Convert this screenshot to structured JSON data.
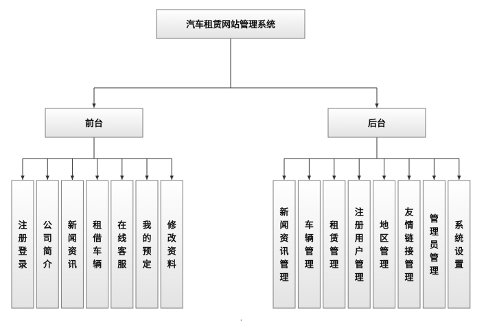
{
  "diagram": {
    "root": {
      "label": "汽车租赁网站管理系统"
    },
    "branches": [
      {
        "label": "前台",
        "children": [
          "注册登录",
          "公司简介",
          "新闻资讯",
          "租借车辆",
          "在线客服",
          "我的预定",
          "修改资料"
        ]
      },
      {
        "label": "后台",
        "children": [
          "新闻资讯管理",
          "车辆管理",
          "租赁管理",
          "注册用户管理",
          "地区管理",
          "友情链接管理",
          "管理员管理",
          "系统设置"
        ]
      }
    ],
    "footer_mark": "'"
  },
  "colors": {
    "box_fill_top": "#ffffff",
    "box_fill_bottom": "#e3e3e3",
    "border": "#7a7a7a",
    "line": "#333333",
    "text": "#111111"
  }
}
